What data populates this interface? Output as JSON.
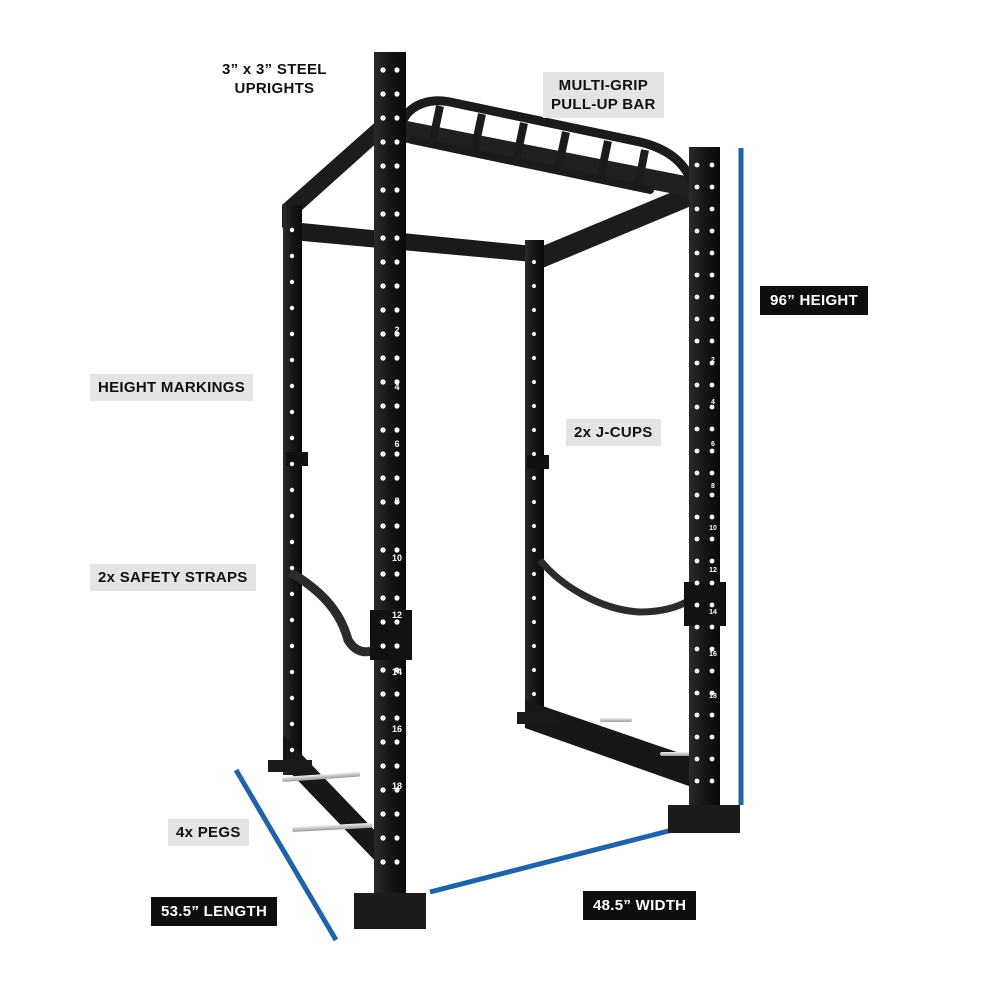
{
  "callouts": {
    "uprights": {
      "line1": "3” x 3” STEEL",
      "line2": "UPRIGHTS"
    },
    "pullup": {
      "line1": "MULTI-GRIP",
      "line2": "PULL-UP BAR"
    },
    "height_markings": "HEIGHT MARKINGS",
    "jcups": "2x J-CUPS",
    "safety_straps": "2x SAFETY STRAPS",
    "pegs": "4x PEGS"
  },
  "dimensions": {
    "height": "96” HEIGHT",
    "length": "53.5” LENGTH",
    "width": "48.5” WIDTH"
  },
  "upright_numbers": [
    "2",
    "4",
    "6",
    "8",
    "10",
    "12",
    "14",
    "16",
    "18"
  ],
  "colors": {
    "dimension_line": "#1f63a8",
    "frame": "#141414",
    "label_grey": "#e4e4e4",
    "label_dark": "#0f0f0f"
  }
}
